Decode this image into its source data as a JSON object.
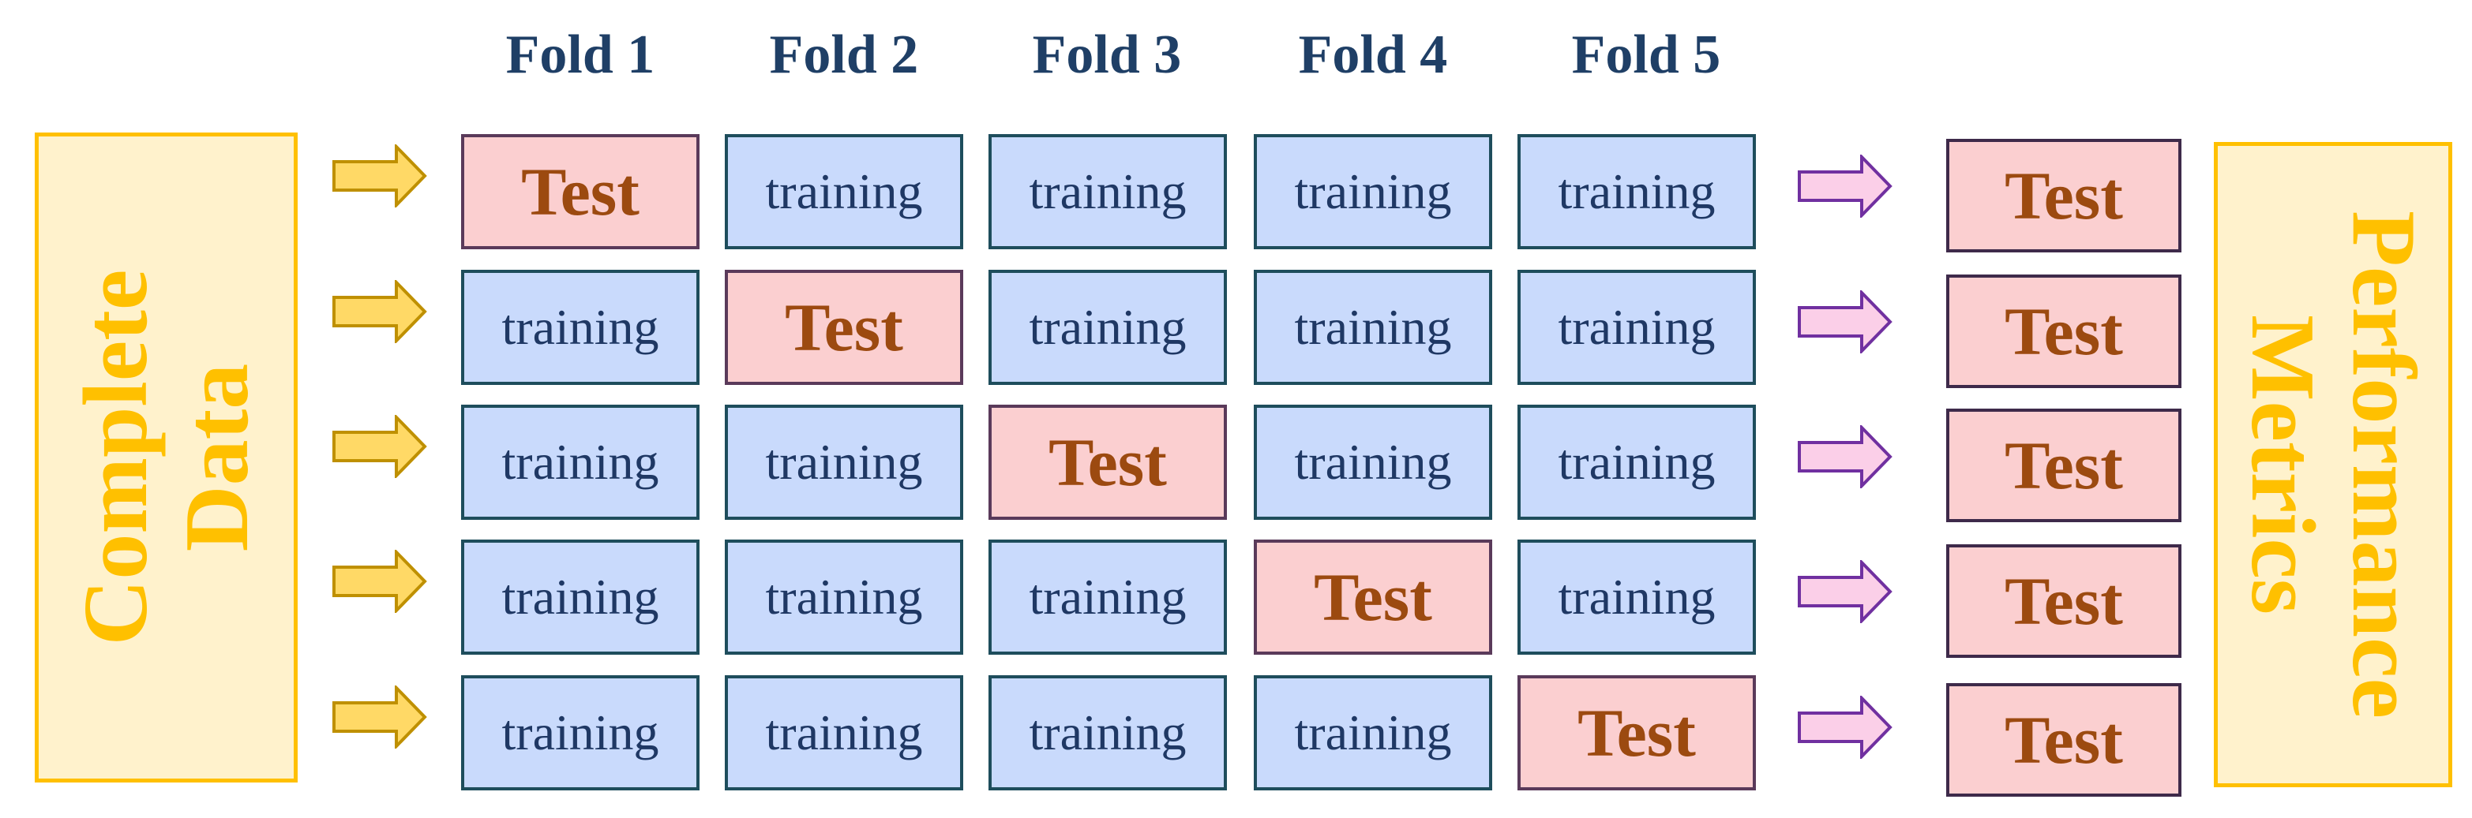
{
  "folds": [
    "Fold 1",
    "Fold 2",
    "Fold 3",
    "Fold 4",
    "Fold 5"
  ],
  "complete_data": {
    "line1": "Complete",
    "line2": "Data"
  },
  "performance_metrics": {
    "line1": "Performance",
    "line2": "Metrics"
  },
  "grid": [
    [
      "Test",
      "training",
      "training",
      "training",
      "training"
    ],
    [
      "training",
      "Test",
      "training",
      "training",
      "training"
    ],
    [
      "training",
      "training",
      "Test",
      "training",
      "training"
    ],
    [
      "training",
      "training",
      "training",
      "Test",
      "training"
    ],
    [
      "training",
      "training",
      "training",
      "training",
      "Test"
    ]
  ],
  "results": [
    "Test",
    "Test",
    "Test",
    "Test",
    "Test"
  ],
  "colors": {
    "header_text": "#1f3f66",
    "side_box_fill": "#fff2cc",
    "side_box_border": "#ffc000",
    "training_fill": "#c9dafc",
    "test_fill": "#fbcfd0",
    "test_text": "#9c4a10",
    "training_text": "#1f3864",
    "input_arrow": "#ffd966",
    "output_arrow": "#fbcfe8"
  },
  "icons": {
    "input_arrow": "right-arrow-icon",
    "output_arrow": "right-arrow-icon"
  }
}
